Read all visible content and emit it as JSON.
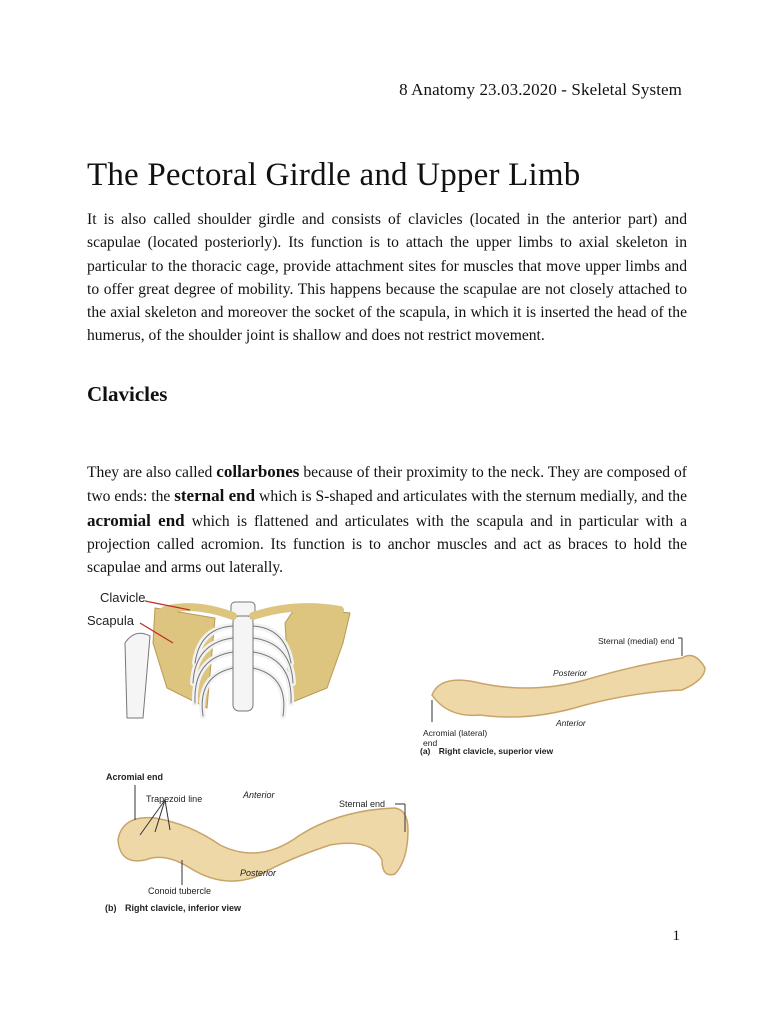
{
  "header": {
    "text": "8 Anatomy 23.03.2020 - Skeletal System"
  },
  "title": "The Pectoral Girdle and Upper Limb",
  "intro_paragraph": "It is also called shoulder girdle and consists of clavicles (located in the anterior part) and scapulae (located posteriorly). Its function is to attach the upper limbs to axial skeleton in particular to the thoracic cage, provide attachment sites for muscles that move upper limbs and to offer great degree of mobility. This happens because the scapulae are not closely attached to the axial skeleton and moreover the socket of the scapula, in which it is inserted the head of the humerus, of the shoulder joint is shallow and does not restrict movement.",
  "section_heading": "Clavicles",
  "clavicles_paragraph": {
    "t1": "They are also called ",
    "b1": "collarbones",
    "t2": " because of their proximity to the neck. They are composed of two ends: the ",
    "b2": "sternal end",
    "t3": " which is S-shaped and articulates with the sternum medially, and the ",
    "b3": "acromial end",
    "t4": " which is flattened and articulates with the scapula and in particular with a projection called acromion. Its function is to anchor muscles and act as braces to hold the scapulae and arms out laterally."
  },
  "figure_thorax": {
    "label_clavicle": "Clavicle",
    "label_scapula": "Scapula"
  },
  "figure_superior": {
    "label_sternal": "Sternal (medial) end",
    "label_posterior": "Posterior",
    "label_anterior": "Anterior",
    "label_acromial": "Acromial (lateral) end",
    "caption_letter": "(a)",
    "caption": "Right clavicle, superior view"
  },
  "figure_inferior": {
    "label_acromial": "Acromial end",
    "label_trapezoid": "Trapezoid line",
    "label_anterior": "Anterior",
    "label_sternal": "Sternal end",
    "label_posterior": "Posterior",
    "label_conoid": "Conoid tubercle",
    "caption_letter": "(b)",
    "caption": "Right clavicle, inferior view"
  },
  "page_number": "1",
  "colors": {
    "bone": "#efd8a8",
    "bone_shade": "#c9a46a",
    "rib": "#f2f2f2",
    "scapula": "#ddc57f",
    "leader": "#c0302a"
  }
}
